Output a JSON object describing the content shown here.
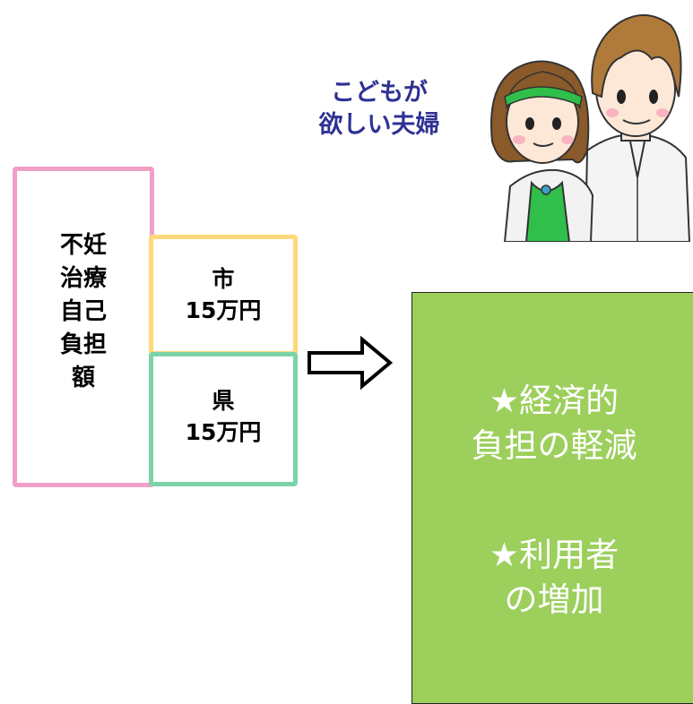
{
  "caption": {
    "line1": "こどもが",
    "line2": "欲しい夫婦"
  },
  "total_box": {
    "lines": [
      "不妊",
      "治療",
      "自己",
      "負担",
      "額"
    ]
  },
  "city_box": {
    "label": "市",
    "amount": "15万円"
  },
  "pref_box": {
    "label": "県",
    "amount": "15万円"
  },
  "result": {
    "line1": [
      "★経済的",
      "負担の軽減"
    ],
    "line2": [
      "★利用者",
      "の増加"
    ]
  },
  "colors": {
    "caption": "#2e3192",
    "total_border": "#f0a0c8",
    "city_border": "#fdd97a",
    "pref_border": "#7dd3a8",
    "result_fill": "#9ccf5c"
  },
  "icons": {
    "arrow": "right-arrow-icon",
    "illustration": "couple-illustration"
  }
}
